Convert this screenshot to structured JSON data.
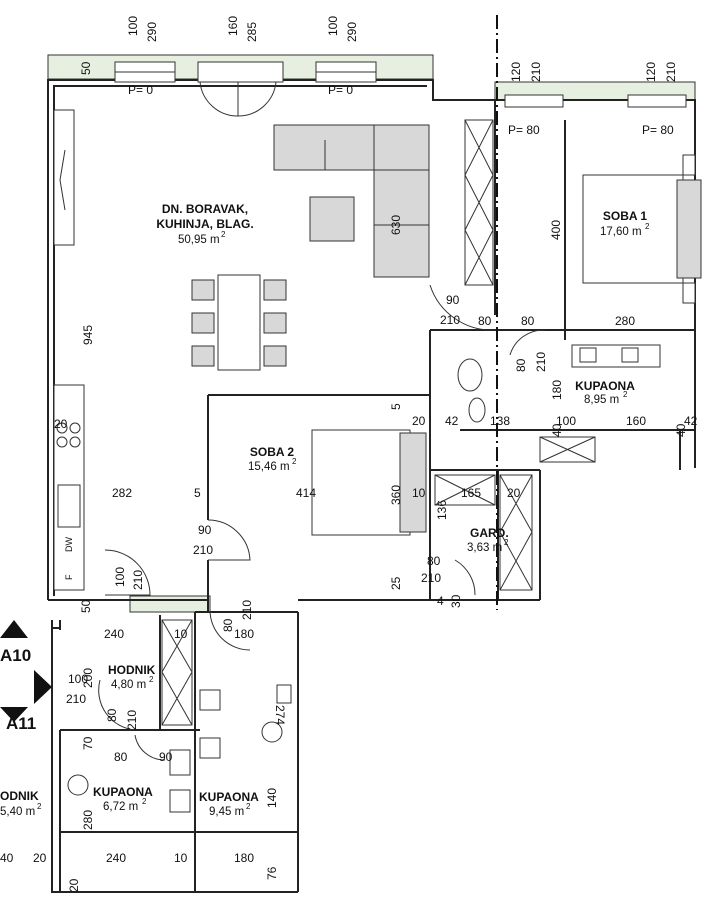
{
  "rooms": {
    "living": {
      "name_line1": "DN. BORAVAK,",
      "name_line2": "KUHINJA, BLAG.",
      "area": "50,95 m",
      "sup": "2"
    },
    "soba1": {
      "name": "SOBA 1",
      "area": "17,60 m",
      "sup": "2"
    },
    "soba2": {
      "name": "SOBA 2",
      "area": "15,46 m",
      "sup": "2"
    },
    "kupaona_a": {
      "name": "KUPAONA",
      "area": "8,95 m",
      "sup": "2"
    },
    "gard": {
      "name": "GARD.",
      "area": "3,63 m",
      "sup": "2"
    },
    "hodnik": {
      "name": "HODNIK",
      "area": "4,80 m",
      "sup": "2"
    },
    "kupaona_b": {
      "name": "KUPAONA",
      "area": "6,72 m",
      "sup": "2"
    },
    "kupaona_c": {
      "name": "KUPAONA",
      "area": "9,45 m",
      "sup": "2"
    },
    "hodnik2": {
      "name": "ODNIK",
      "area": "5,40 m",
      "sup": "2"
    }
  },
  "windows": [
    {
      "w": "100",
      "h": "290",
      "p": "P= 0"
    },
    {
      "w": "160",
      "h": "285",
      "p": ""
    },
    {
      "w": "100",
      "h": "290",
      "p": "P= 0"
    },
    {
      "w": "120",
      "h": "210",
      "p": "P= 80"
    },
    {
      "w": "120",
      "h": "210",
      "p": "P= 80"
    }
  ],
  "dims": {
    "d50_top": "50",
    "d945": "945",
    "d630": "630",
    "d400": "400",
    "d90_a": "90",
    "d210_a": "210",
    "d80_a": "80",
    "d80_b": "80",
    "d280": "280",
    "d80_c": "80",
    "d210_b": "210",
    "d180": "180",
    "d40_a": "40",
    "d20_a": "20",
    "d42_a": "42",
    "d138": "138",
    "d100": "100",
    "d160": "160",
    "d42_b": "42",
    "d40_b": "40",
    "d5_a": "5",
    "d20_k": "20",
    "d282": "282",
    "d5_b": "5",
    "d414": "414",
    "d360": "360",
    "d10_a": "10",
    "d165": "165",
    "d20_b": "20",
    "d136": "136",
    "d90_b": "90",
    "d210_c": "210",
    "d80_d": "80",
    "d210_d": "210",
    "d4": "4",
    "d30": "30",
    "d25": "25",
    "d100_b": "100",
    "d210_e": "210",
    "d50_b": "50",
    "d80_e": "80",
    "d210_f": "210",
    "d240_a": "240",
    "d10_b": "10",
    "d180_b": "180",
    "d100_c": "100",
    "d200": "200",
    "d210_g": "210",
    "d80_f": "80",
    "d210_h": "210",
    "d274": "274",
    "d70": "70",
    "d80_g": "80",
    "d90_c": "90",
    "d280_b": "280",
    "d140": "140",
    "d40_c": "40",
    "d20_c": "20",
    "d240_b": "240",
    "d10_c": "10",
    "d180_c": "180",
    "d76": "76",
    "d20_d": "20"
  },
  "markers": {
    "a10": "A10",
    "a11": "A11"
  },
  "kitchen": {
    "dw": "DW",
    "f": "F"
  }
}
